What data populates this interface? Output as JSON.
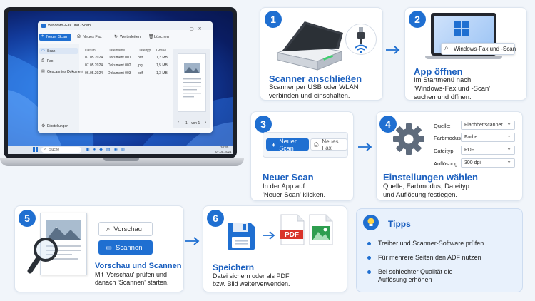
{
  "laptop": {
    "window_title": "Windows-Fax und -Scan",
    "toolbar": {
      "new_scan": "Neuer Scan",
      "new_fax": "Neues Fax",
      "forward": "Weiterleiten",
      "delete": "Löschen",
      "more": "···"
    },
    "sidebar": {
      "scan": "Scan",
      "fax": "Fax",
      "saved": "Gescanntes Dokument",
      "settings": "Einstellungen"
    },
    "columns": [
      "Datum",
      "Dateiname",
      "Dateityp",
      "Größe"
    ],
    "rows": [
      [
        "07.05.2024",
        "Dokument 001",
        "pdf",
        "1,2 MB"
      ],
      [
        "07.05.2024",
        "Dokument 002",
        "jpg",
        "1,5 MB"
      ],
      [
        "06.05.2024",
        "Dokument 003",
        "pdf",
        "1,3 MB"
      ]
    ],
    "preview_pager": {
      "current": "1",
      "of": "von 1"
    },
    "taskbar": {
      "search": "Suche",
      "time": "10:30",
      "date": "07.05.2024"
    }
  },
  "steps": {
    "s1": {
      "num": "1",
      "title": "Scanner anschließen",
      "desc": [
        "Scanner per USB oder WLAN",
        "verbinden und einschalten."
      ]
    },
    "s2": {
      "num": "2",
      "title": "App öffnen",
      "desc": [
        "Im Startmenü nach",
        "'Windows-Fax und -Scan'",
        "suchen und öffnen."
      ],
      "search_text": "Windows-Fax und -Scan"
    },
    "s3": {
      "num": "3",
      "title": "Neuer Scan",
      "desc": [
        "In der App auf",
        "'Neuer Scan' klicken."
      ],
      "btn_new_scan": "Neuer Scan",
      "btn_new_fax": "Neues Fax"
    },
    "s4": {
      "num": "4",
      "title": "Einstellungen wählen",
      "desc": [
        "Quelle, Farbmodus, Dateityp",
        "und Auflösung festlegen."
      ],
      "settings": [
        {
          "label": "Quelle:",
          "value": "Flachbettscanner"
        },
        {
          "label": "Farbmodus:",
          "value": "Farbe"
        },
        {
          "label": "Dateityp:",
          "value": "PDF"
        },
        {
          "label": "Auflösung:",
          "value": "300 dpi"
        }
      ]
    },
    "s5": {
      "num": "5",
      "title": "Vorschau und Scannen",
      "desc": [
        "Mit 'Vorschau' prüfen und",
        "danach 'Scannen' starten."
      ],
      "btn_preview": "Vorschau",
      "btn_scan": "Scannen"
    },
    "s6": {
      "num": "6",
      "title": "Speichern",
      "desc": [
        "Datei sichern oder als PDF",
        "bzw. Bild weiterverwenden."
      ],
      "pdf_label": "PDF"
    }
  },
  "tips": {
    "title": "Tipps",
    "items": [
      [
        "Treiber und Scanner-Software prüfen"
      ],
      [
        "Für mehrere Seiten den ADF nutzen"
      ],
      [
        "Bei schlechter Qualität die",
        "Auflösung erhöhen"
      ]
    ]
  },
  "colors": {
    "accent": "#1f6fd1",
    "title_blue": "#1a5fbf",
    "bg": "#f1f5fa",
    "pdf_red": "#d9342b",
    "image_green": "#2e9e4f"
  }
}
